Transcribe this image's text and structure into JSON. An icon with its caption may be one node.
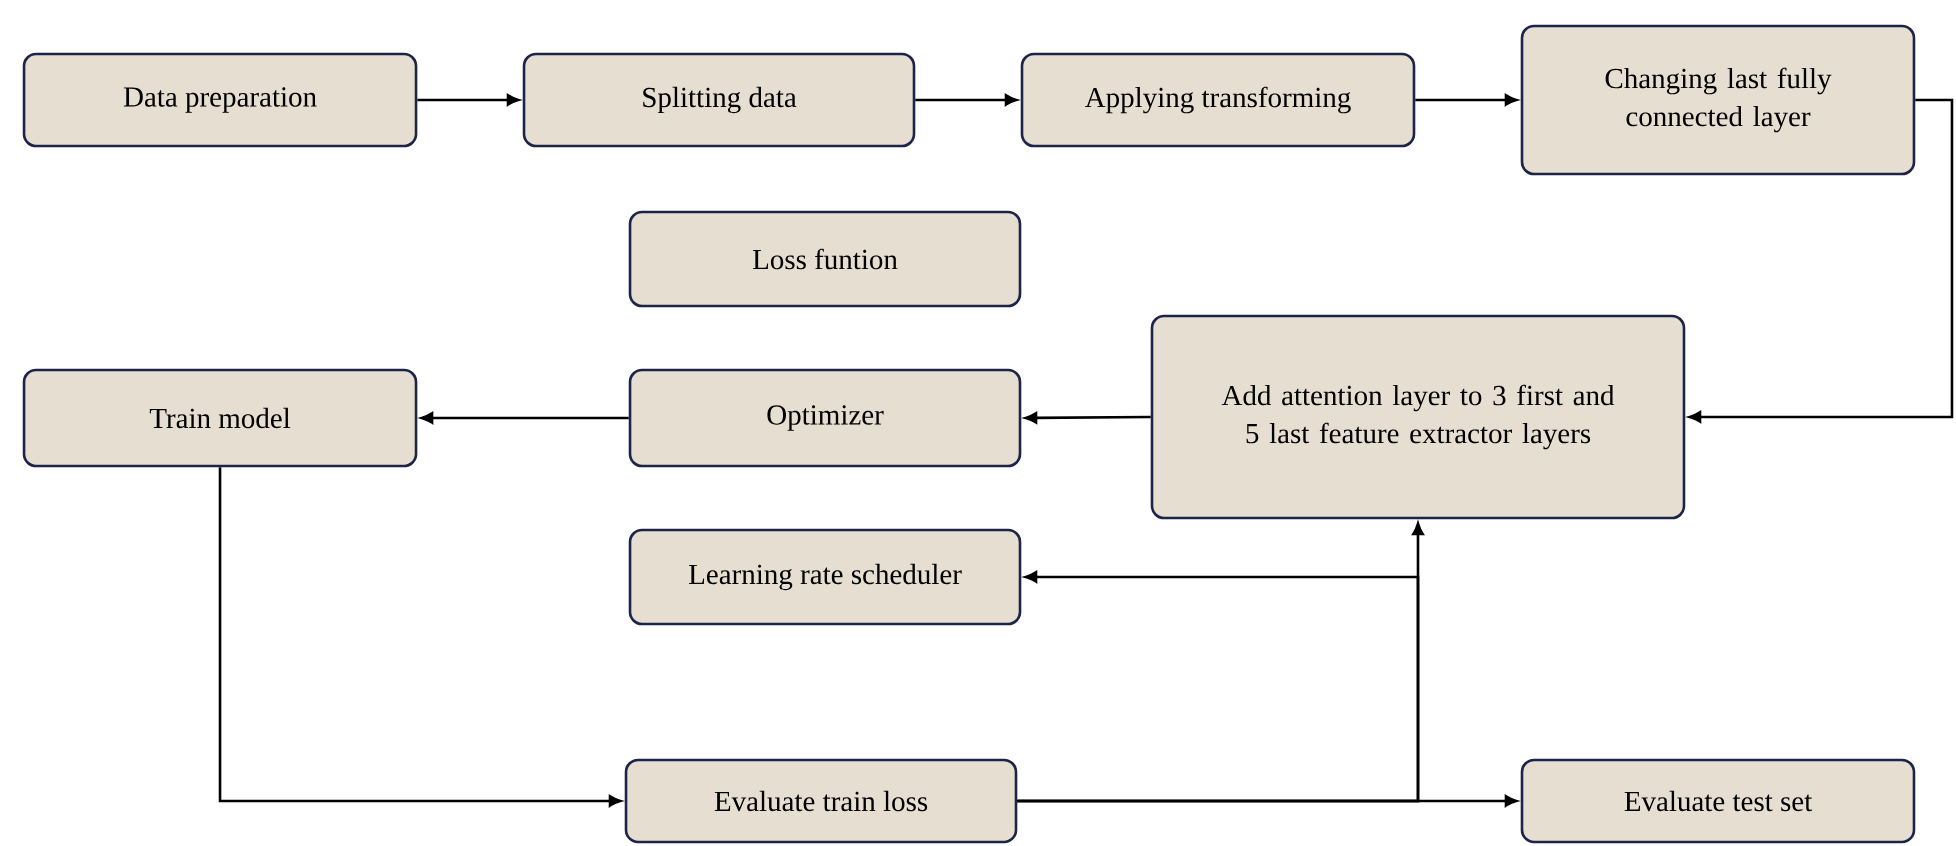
{
  "diagram": {
    "nodes": [
      {
        "text": [
          "Data preparation"
        ]
      },
      {
        "text": [
          "Splitting data"
        ]
      },
      {
        "text": [
          "Applying transforming"
        ]
      },
      {
        "text": [
          "Changing last fully connected layer"
        ]
      },
      {
        "text": [
          "Loss funtion"
        ]
      },
      {
        "text": [
          "Train model"
        ]
      },
      {
        "text": [
          "Optimizer"
        ]
      },
      {
        "text": [
          "Add attention layer to 3 first and 5 last feature extractor layers"
        ]
      },
      {
        "text": [
          "Learning rate scheduler"
        ]
      },
      {
        "text": [
          "Evaluate train loss"
        ]
      },
      {
        "text": [
          "Evaluate test set"
        ]
      }
    ],
    "edges": [
      {
        "from": 0,
        "to": 1,
        "arrow": "to"
      },
      {
        "from": 1,
        "to": 2,
        "arrow": "to"
      },
      {
        "from": 2,
        "to": 3,
        "arrow": "to"
      },
      {
        "from": 3,
        "to": 7,
        "arrow": "to"
      },
      {
        "from": 7,
        "to": 6,
        "arrow": "to"
      },
      {
        "from": 6,
        "to": 5,
        "arrow": "to"
      },
      {
        "from": 5,
        "to": 9,
        "arrow": "to"
      },
      {
        "from": 9,
        "to": 10,
        "arrow": "to"
      },
      {
        "from": 9,
        "to": 7,
        "arrow": "to"
      },
      {
        "from": 9,
        "to": 8,
        "arrow": "to"
      }
    ]
  }
}
